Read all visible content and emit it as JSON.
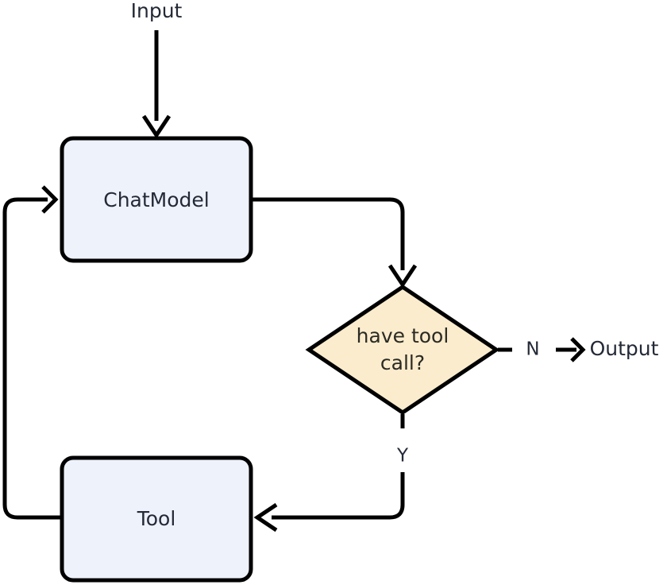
{
  "diagram": {
    "title": "Agent loop flowchart",
    "type": "flowchart",
    "background": "#ffffff",
    "colors": {
      "process_fill": "#eef2fb",
      "decision_fill": "#faeccd",
      "stroke": "#000000",
      "text": "#232936",
      "decision_text": "#2b2a23"
    },
    "terminals": [
      {
        "id": "input",
        "label": "Input"
      },
      {
        "id": "output",
        "label": "Output"
      }
    ],
    "nodes": [
      {
        "id": "chatmodel",
        "label": "ChatModel",
        "shape": "rounded-rect"
      },
      {
        "id": "tool",
        "label": "Tool",
        "shape": "rounded-rect"
      }
    ],
    "decisions": [
      {
        "id": "have-tool-call",
        "line1": "have tool",
        "line2": "call?",
        "shape": "diamond"
      }
    ],
    "edges": [
      {
        "id": "input-to-chatmodel",
        "from": "input",
        "to": "chatmodel",
        "label": "",
        "style": "solid"
      },
      {
        "id": "chatmodel-to-decision",
        "from": "chatmodel",
        "to": "have-tool-call",
        "label": "",
        "style": "solid"
      },
      {
        "id": "decision-no-to-output",
        "from": "have-tool-call",
        "to": "output",
        "label": "N",
        "style": "dashed"
      },
      {
        "id": "decision-yes-to-tool",
        "from": "have-tool-call",
        "to": "tool",
        "label": "Y",
        "style": "dashed"
      },
      {
        "id": "tool-to-chatmodel",
        "from": "tool",
        "to": "chatmodel",
        "label": "",
        "style": "solid"
      }
    ]
  }
}
